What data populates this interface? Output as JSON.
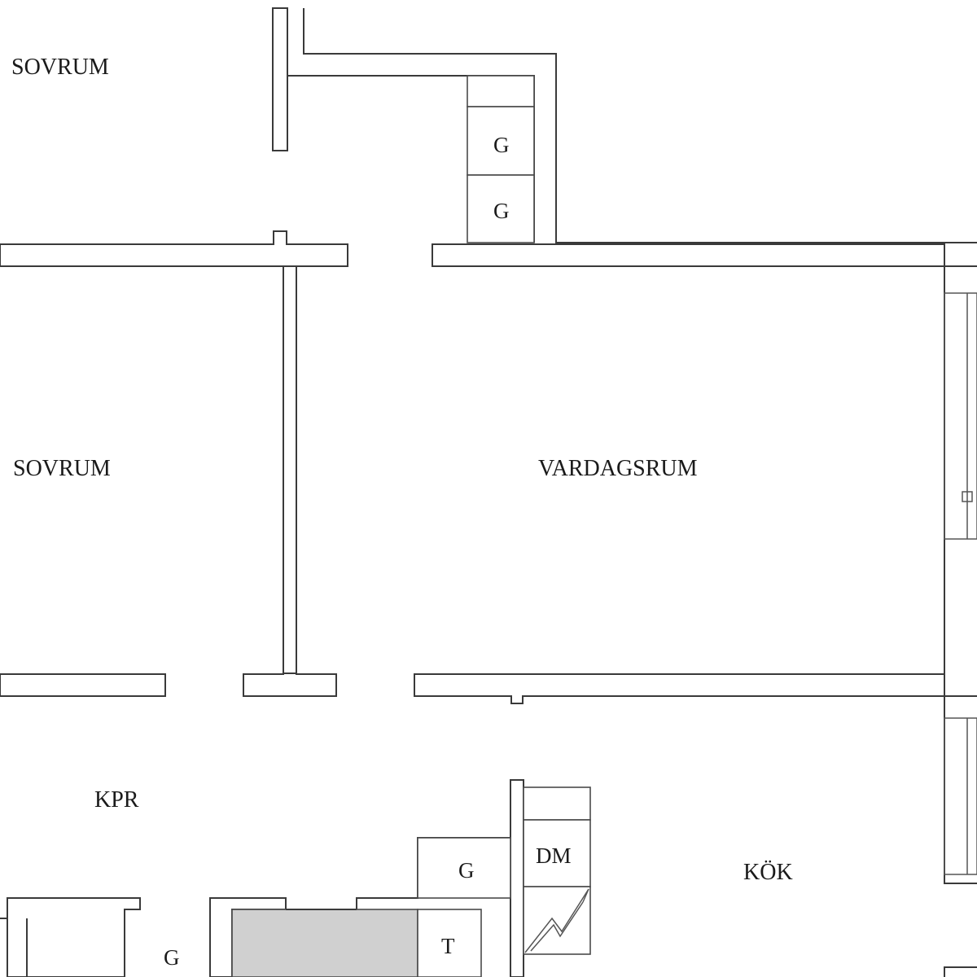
{
  "rooms": {
    "sovrum_top": "SOVRUM",
    "sovrum_left": "SOVRUM",
    "vardagsrum": "VARDAGSRUM",
    "kpr": "KPR",
    "kok": "KÖK"
  },
  "fixtures": {
    "g1": "G",
    "g2": "G",
    "g3": "G",
    "g4": "G",
    "dm": "DM",
    "t": "T"
  },
  "colors": {
    "wall_stroke": "#3a3a3a",
    "fill": "#ffffff",
    "shaded_fixture": "#d0d0d0"
  }
}
